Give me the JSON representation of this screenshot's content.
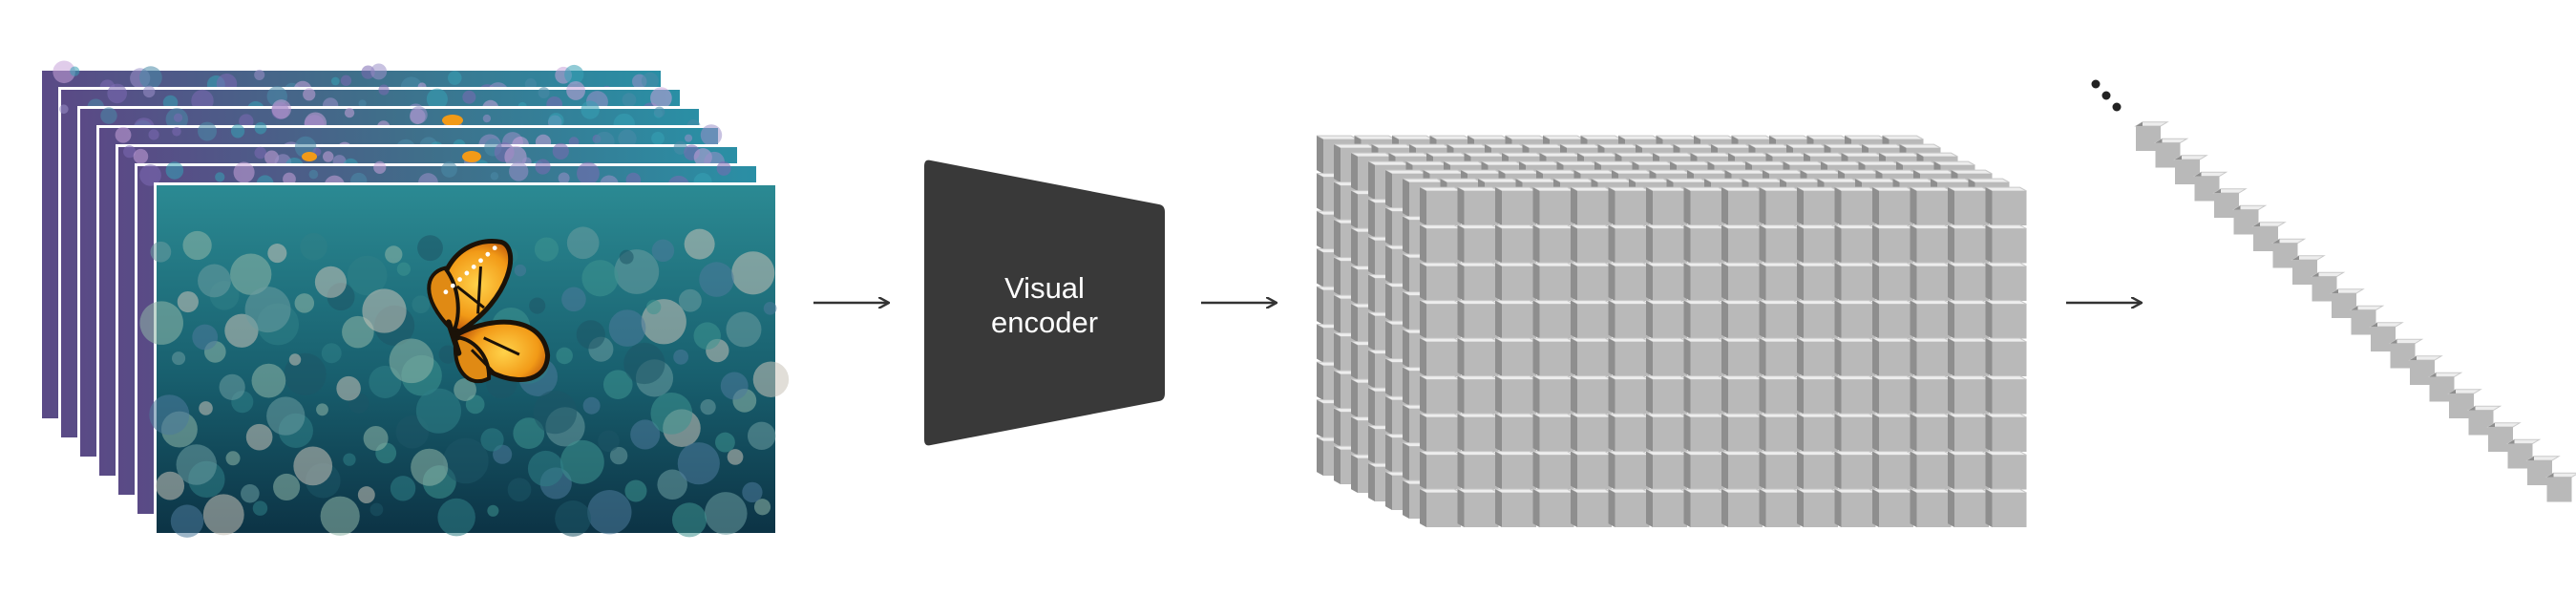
{
  "encoder": {
    "label_line1": "Visual",
    "label_line2": "encoder"
  },
  "colors": {
    "background": "#ffffff",
    "encoder_fill": "#393939",
    "arrow": "#333333",
    "cube_front": "#b9b9b9",
    "cube_top": "#ededed",
    "cube_side": "#8e8e8e",
    "water_deep": "#0d3f55",
    "water_mid": "#1f6f7d",
    "coral_purple": "#6a5aa0",
    "butterfly": "#f2a51f"
  },
  "frames": {
    "count": 7
  },
  "token_grid": {
    "columns": 16,
    "rows": 9,
    "depth": 7
  },
  "token_sequence": {
    "visible_tokens": 22,
    "ellipsis_dots": 3
  },
  "icons": {
    "arrow": "arrow-right-icon",
    "frames": "video-frames-stack-icon",
    "butterfly": "butterfly-icon"
  }
}
